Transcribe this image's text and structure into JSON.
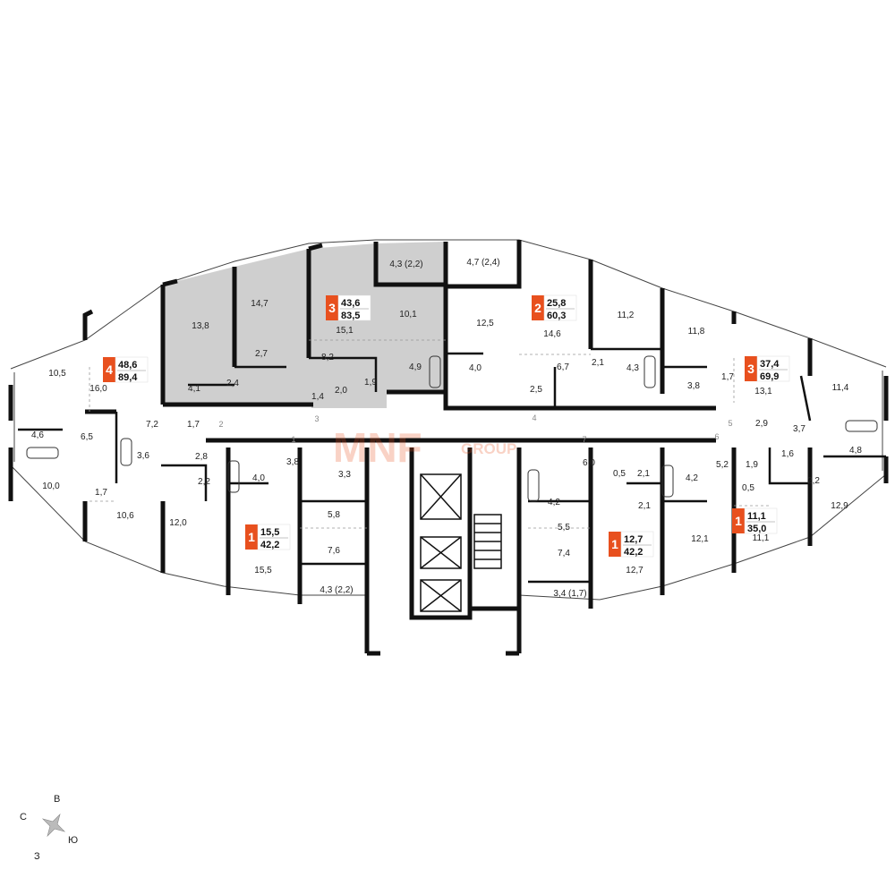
{
  "colors": {
    "accent": "#E8501E",
    "wall": "#111111",
    "highlight": "#CFCFCF",
    "watermark": "#E8501E"
  },
  "watermark": {
    "mark": "MNF",
    "text": "GROUP"
  },
  "apartments": [
    {
      "rooms": "4",
      "living": "48,6",
      "total": "89,4"
    },
    {
      "rooms": "3",
      "living": "43,6",
      "total": "83,5"
    },
    {
      "rooms": "2",
      "living": "25,8",
      "total": "60,3"
    },
    {
      "rooms": "3",
      "living": "37,4",
      "total": "69,9"
    },
    {
      "rooms": "1",
      "living": "15,5",
      "total": "42,2"
    },
    {
      "rooms": "1",
      "living": "12,7",
      "total": "42,2"
    },
    {
      "rooms": "1",
      "living": "11,1",
      "total": "35,0"
    }
  ],
  "areas": [
    "10,5",
    "16,0",
    "4,6",
    "6,5",
    "7,2",
    "1,7",
    "2,8",
    "3,6",
    "10,0",
    "1,7",
    "10,6",
    "2,2",
    "12,0",
    "13,8",
    "4,1",
    "2,4",
    "14,7",
    "2,7",
    "15,1",
    "8,2",
    "1,4",
    "2,0",
    "1,9",
    "4,3 (2,2)",
    "10,1",
    "4,9",
    "4,7 (2,4)",
    "12,5",
    "4,0",
    "14,6",
    "6,7",
    "2,5",
    "11,2",
    "2,1",
    "4,3",
    "11,8",
    "1,7",
    "3,8",
    "13,1",
    "2,9",
    "11,4",
    "3,7",
    "1,6",
    "4,8",
    "2,2",
    "12,9",
    "3,8",
    "4,0",
    "3,3",
    "5,8",
    "15,5",
    "7,6",
    "4,3 (2,2)",
    "4,2",
    "6,0",
    "0,5",
    "2,1",
    "2,1",
    "5,5",
    "7,4",
    "12,7",
    "3,4 (1,7)",
    "5,2",
    "1,9",
    "4,2",
    "0,5",
    "12,1",
    "11,1"
  ],
  "entrances": [
    "1",
    "2",
    "3",
    "4",
    "5",
    "6",
    "7"
  ],
  "compass": {
    "n": "С",
    "e": "В",
    "s": "Ю",
    "w": "З"
  }
}
